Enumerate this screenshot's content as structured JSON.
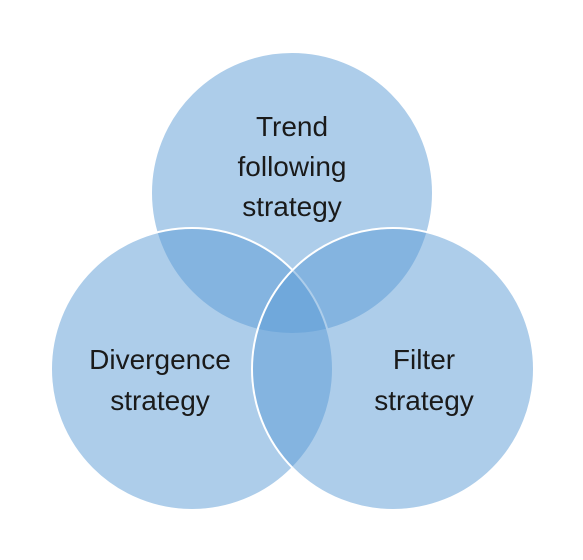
{
  "diagram": {
    "type": "venn",
    "fill_color": "#5b9bd5",
    "circles": [
      {
        "id": "top",
        "lines": [
          "Trend",
          "following",
          "strategy"
        ]
      },
      {
        "id": "left",
        "lines": [
          "Divergence",
          "strategy"
        ]
      },
      {
        "id": "right",
        "lines": [
          "Filter",
          "strategy"
        ]
      }
    ]
  }
}
